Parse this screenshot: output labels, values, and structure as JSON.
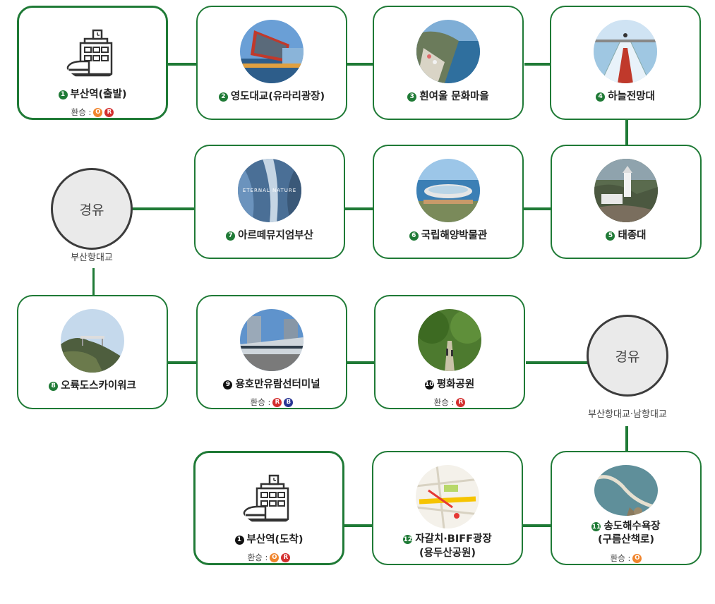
{
  "colors": {
    "route_green": "#1f7a36",
    "metro_orange": "#f0852d",
    "rail_red": "#d32f2f",
    "bus_navy": "#283593"
  },
  "stops": [
    {
      "num": "1",
      "name": "부산역(출발)",
      "transfer_label": "환승 :",
      "transfers": [
        "O",
        "R"
      ],
      "image": "station-icon"
    },
    {
      "num": "2",
      "name": "영도대교(유라리광장)",
      "image": "bridge-photo"
    },
    {
      "num": "3",
      "name": "흰여울 문화마을",
      "image": "coastal-village-photo"
    },
    {
      "num": "4",
      "name": "하늘전망대",
      "image": "skywalk-photo"
    },
    {
      "num": "5",
      "name": "태종대",
      "image": "lighthouse-photo"
    },
    {
      "num": "6",
      "name": "국립해양박물관",
      "image": "museum-photo"
    },
    {
      "num": "7",
      "name": "아르떼뮤지엄부산",
      "image": "art-museum-photo",
      "image_text": "ETERNAL NATURE"
    },
    {
      "num": "8",
      "name": "오륙도스카이워크",
      "image": "skywalk-cliff-photo"
    },
    {
      "num": "9",
      "name": "용호만유람선터미널",
      "transfer_label": "환승 :",
      "transfers": [
        "R",
        "B"
      ],
      "image": "terminal-photo"
    },
    {
      "num": "10",
      "name": "평화공원",
      "transfer_label": "환승 :",
      "transfers": [
        "R"
      ],
      "image": "park-photo"
    },
    {
      "num": "11",
      "name_line1": "송도해수욕장",
      "name_line2": "(구름산책로)",
      "transfer_label": "환승 :",
      "transfers": [
        "O"
      ],
      "image": "beach-walkway-photo"
    },
    {
      "num": "12",
      "name_line1": "자갈치·BIFF광장",
      "name_line2": "(용두산공원)",
      "image": "street-map-photo"
    },
    {
      "num": "1",
      "name": "부산역(도착)",
      "transfer_label": "환승 :",
      "transfers": [
        "O",
        "R"
      ],
      "image": "station-icon"
    }
  ],
  "via": [
    {
      "label": "경유",
      "caption": "부산항대교"
    },
    {
      "label": "경유",
      "caption": "부산항대교·남항대교"
    }
  ]
}
